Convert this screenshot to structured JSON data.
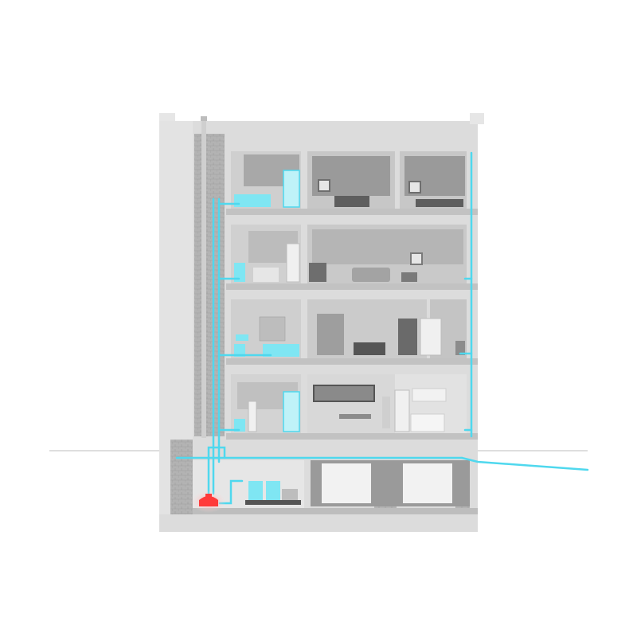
{
  "scene": {
    "subject": "building-cross-section",
    "floors_above_ground": 4,
    "basement_levels": 1,
    "rooms": [
      {
        "floor": 4,
        "type": "bathroom",
        "plumbing": true
      },
      {
        "floor": 4,
        "type": "bedroom",
        "plumbing": false
      },
      {
        "floor": 4,
        "type": "bedroom",
        "plumbing": false
      },
      {
        "floor": 3,
        "type": "bathroom",
        "plumbing": true
      },
      {
        "floor": 3,
        "type": "living-room",
        "plumbing": false
      },
      {
        "floor": 3,
        "type": "kitchen-corner",
        "plumbing": true
      },
      {
        "floor": 2,
        "type": "bathroom",
        "plumbing": true
      },
      {
        "floor": 2,
        "type": "kitchen-dining",
        "plumbing": false
      },
      {
        "floor": 2,
        "type": "kitchen",
        "plumbing": true
      },
      {
        "floor": 1,
        "type": "bathroom",
        "plumbing": true
      },
      {
        "floor": 1,
        "type": "dining-room",
        "plumbing": false
      },
      {
        "floor": 1,
        "type": "kitchen",
        "plumbing": true
      },
      {
        "floor": 0,
        "type": "utility-room",
        "plumbing": true
      },
      {
        "floor": 0,
        "type": "garage",
        "plumbing": false
      }
    ],
    "highlighted_equipment": "lifting-station-pump"
  },
  "colors": {
    "background": "#ffffff",
    "building": "#d9d9d9",
    "building_light": "#e4e4e4",
    "slab": "#c2c2c2",
    "room_wall": "#d2d2d2",
    "room_dark": "#9a9a9a",
    "brick": "#aeaeae",
    "pipe": "#4fd8ee",
    "pipe_fixture": "#7fe6f3",
    "pump": "#ff3a3a",
    "pump_glow": "#ffb3b3",
    "ground_line": "#bdbdbd",
    "furniture": "#8c8c8c"
  }
}
